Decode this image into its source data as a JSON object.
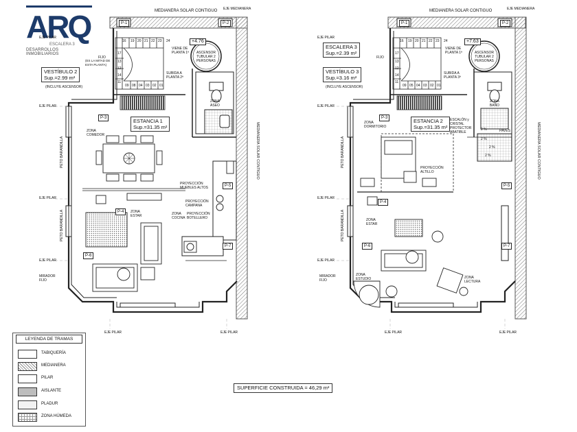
{
  "logo": {
    "mark": "ARQ",
    "line1": "ESCALERA 3",
    "line2": "DESARROLLOS INMOBILIARIOS"
  },
  "plan1": {
    "medianera_top": "MEDIANERA SOLAR CONTIGUO",
    "medianera_right": "MEDIANERA SOLAR CONTIGUO",
    "eje_medianera": "EJE MEDIANERA",
    "eje_pilar_left": [
      "EJE PILAR",
      "EJE PILAR",
      "EJE PILAR",
      "EJE PILAR"
    ],
    "eje_pilar_bottom": [
      "EJE PILAR",
      "EJE PILAR"
    ],
    "mirador": "MIRADOR FIJO",
    "fijo": "FIJO",
    "peto": [
      "PETO BARANDILLA",
      "PETO BARANDILLA"
    ],
    "pillars": [
      "P-1",
      "P-2",
      "P-3",
      "P-4",
      "P-5",
      "P-6",
      "P-7"
    ],
    "stair_top": [
      "16",
      "19",
      "20",
      "21",
      "22",
      "23",
      "24"
    ],
    "stair_left": [
      "17",
      "13",
      "12",
      "14",
      "11"
    ],
    "stair_bottom": [
      "09",
      "08",
      "04",
      "03",
      "02",
      "01"
    ],
    "stair_note": "(ES LA MITAD DE ESTA PLANTA)",
    "viene": "VIENE DE PLANTA 1ª",
    "sube": "SUBIDA A PLANTA 2ª",
    "level": "+4.76",
    "ascensor": "ASCENSOR TUBULAR 2 PERSONAS",
    "vestibulo_name": "VESTÍBULO 2",
    "vestibulo_sup": "Sup.=2.99 m²",
    "vestibulo_note": "(INCLUYE ASCENSOR)",
    "zona_aseo": "ZONA ASEO",
    "estancia_name": "ESTANCIA 1",
    "estancia_sup": "Sup.=31.35 m²",
    "zona_comedor": "ZONA COMEDOR",
    "proy_muebles": "PROYECCIÓN MUEBLES ALTOS",
    "proy_campana": "PROYECCIÓN CAMPANA",
    "zona_cocina": "ZONA COCINA",
    "proy_botellero": "PROYECCIÓN BOTELLERO",
    "zona_estar": "ZONA ESTAR"
  },
  "plan2": {
    "medianera_top": "MEDIANERA SOLAR CONTIGUO",
    "medianera_right": "MEDIANERA SOLAR CONTIGUO",
    "eje_medianera": "EJE MEDIANERA",
    "eje_pilar_left": [
      "EJE PILAR",
      "EJE PILAR",
      "EJE PILAR",
      "EJE PILAR"
    ],
    "eje_pilar_bottom": [
      "EJE PILAR",
      "EJE PILAR"
    ],
    "mirador": "MIRADOR FIJO",
    "fijo": "FIJO",
    "peto": [
      "PETO BARANDILLA",
      "PETO BARANDILLA"
    ],
    "pillars": [
      "P-1",
      "P-2",
      "P-3",
      "P-4",
      "P-5",
      "P-6",
      "P-7"
    ],
    "stair_top": [
      "16",
      "19",
      "20",
      "21",
      "22",
      "23",
      "24"
    ],
    "stair_left": [
      "17",
      "13",
      "12",
      "14",
      "11"
    ],
    "stair_bottom": [
      "09",
      "05",
      "04",
      "03",
      "02",
      "01"
    ],
    "viene": "VIENE DE PLANTA 1ª",
    "sube": "SUBIDA A PLANTA 3ª",
    "level": "+7.63",
    "ascensor": "ASCENSOR TUBULAR 2 PERSONAS",
    "escalera_name": "ESCALERA 3",
    "escalera_sup": "Sup.=2.39 m²",
    "vestibulo_name": "VESTÍBULO 3",
    "vestibulo_sup": "Sup.=3.16 m²",
    "vestibulo_note": "(INCLUYE ASCENSOR)",
    "zona_bano": "ZONA BAÑO",
    "zona_dormitorio": "ZONA DORMITORIO",
    "estancia_name": "ESTANCIA 2",
    "estancia_sup": "Sup.=31.35 m²",
    "escalon": "ESCALÓN y CRISTAL PROTECTOR ABATIBLE",
    "paves": "PAVÉS",
    "proy_altillo": "PROYECCIÓN ALTILLO",
    "zona_estar": "ZONA ESTAR",
    "zona_estudio": "ZONA ESTUDIO",
    "zona_lectura": "ZONA LECTURA",
    "pct": [
      "2 %",
      "2 %",
      "2 %",
      "2 %"
    ]
  },
  "legend": {
    "title": "LEYENDA DE TRAMAS",
    "items": [
      "TABIQUERÍA",
      "MEDIANERA",
      "PILAR",
      "AISLANTE",
      "PLADUR",
      "ZONA HÚMEDA"
    ]
  },
  "superficie": "SUPERFICIE CONSTRUIDA = 46,29 m²"
}
